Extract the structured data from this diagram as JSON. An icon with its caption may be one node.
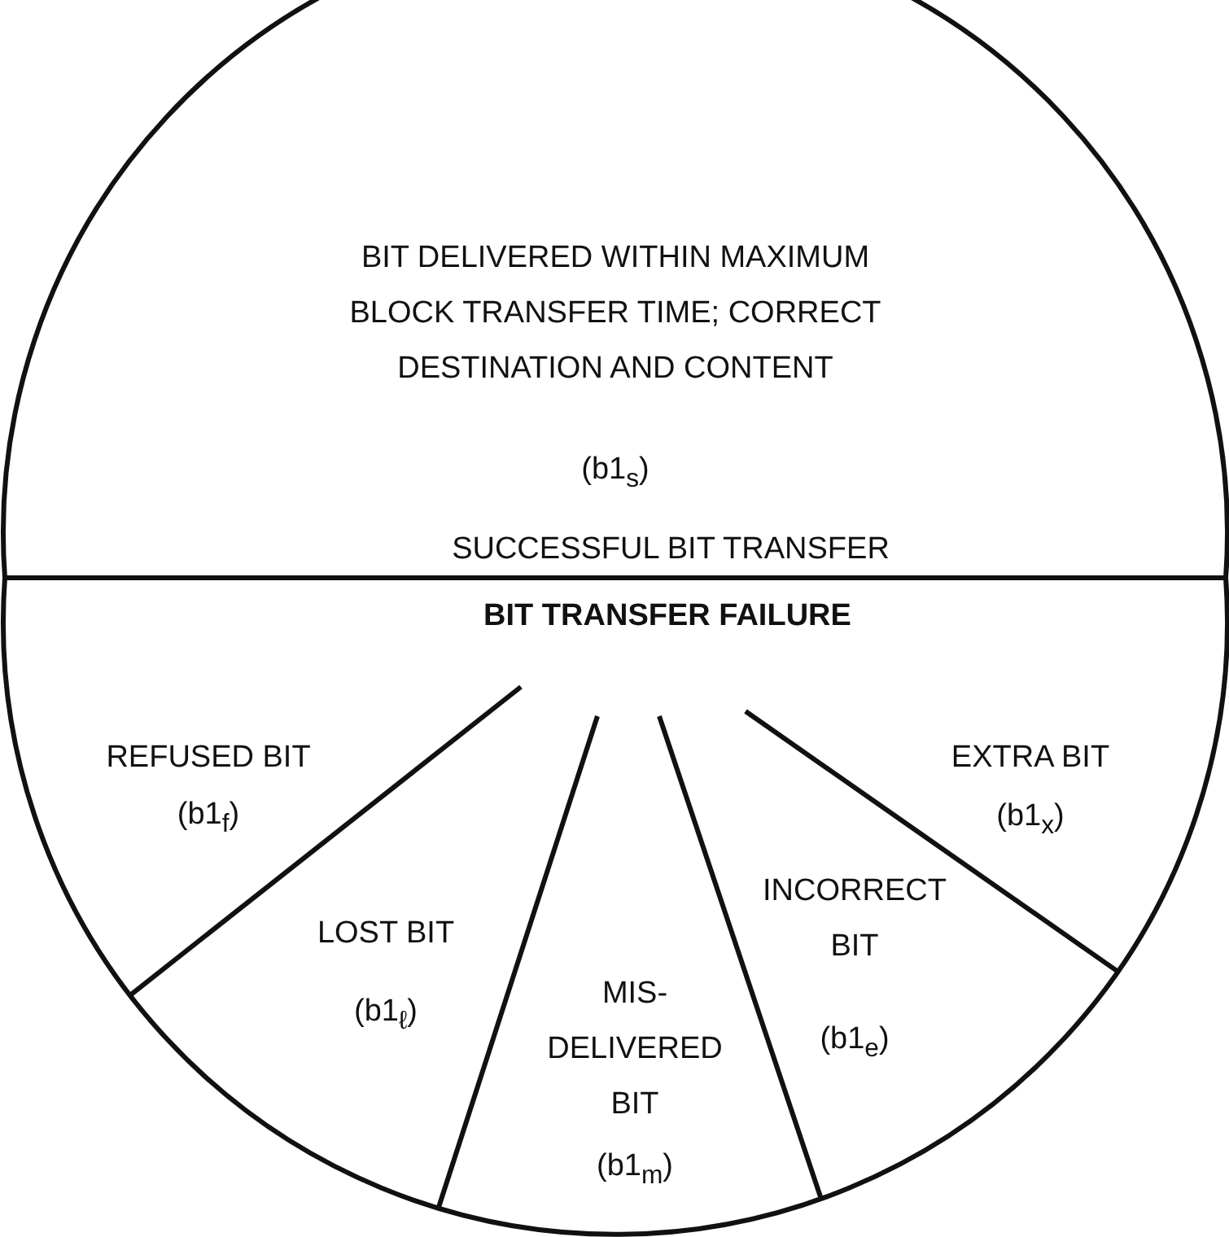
{
  "diagram": {
    "nodes": [
      {
        "text": [
          "BIT DELIVERED WITHIN MAXIMUM BLOCK TRANSFER TIME; CORRECT DESTINATION AND CONTENT",
          "(b1$_{s}$)",
          "SUCCESSFUL BIT TRANSFER"
        ]
      },
      {
        "text": [
          "BIT TRANSFER FAILURE"
        ]
      },
      {
        "text": [
          "REFUSED BIT",
          "(b1$_{f}$)"
        ],
        "in": 1
      },
      {
        "text": [
          "LOST BIT",
          "(b1$_{ℓ}$)"
        ],
        "in": 1
      },
      {
        "text": [
          "MIS- DELIVERED BIT",
          "(b1$_{m}$)"
        ],
        "in": 1
      },
      {
        "text": [
          "INCORRECT BIT",
          "(b1$_{e}$)"
        ],
        "in": 1
      },
      {
        "text": [
          "EXTRA BIT",
          "(b1$_{x}$)"
        ],
        "in": 1
      }
    ]
  }
}
